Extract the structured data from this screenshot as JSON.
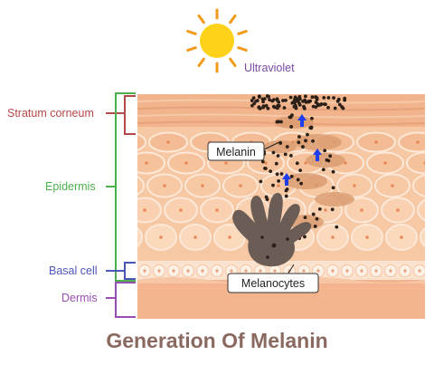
{
  "labels": {
    "ultraviolet": "Ultraviolet",
    "stratum_corneum": "Stratum corneum",
    "epidermis": "Epidermis",
    "basal_cell": "Basal cell",
    "dermis": "Dermis",
    "melanin": "Melanin",
    "melanocytes": "Melanocytes"
  },
  "title": "Generation Of Melanin",
  "colors": {
    "sun": "#ffd21a",
    "sun_rays": "#f29a1a",
    "stratum_corneum_bracket": "#b54848",
    "epidermis_bracket": "#4cb04c",
    "basal_cell_bracket": "#4c56b8",
    "dermis_bracket": "#9a4cb5",
    "ultraviolet_text": "#7a4aa6",
    "arrows": "#1e3ff0",
    "melanin_granules": "#2b2018",
    "melanocyte": "#6b5d56",
    "title_text": "#8a6a60"
  },
  "icons": [
    "sun-icon",
    "up-arrow-icon"
  ]
}
